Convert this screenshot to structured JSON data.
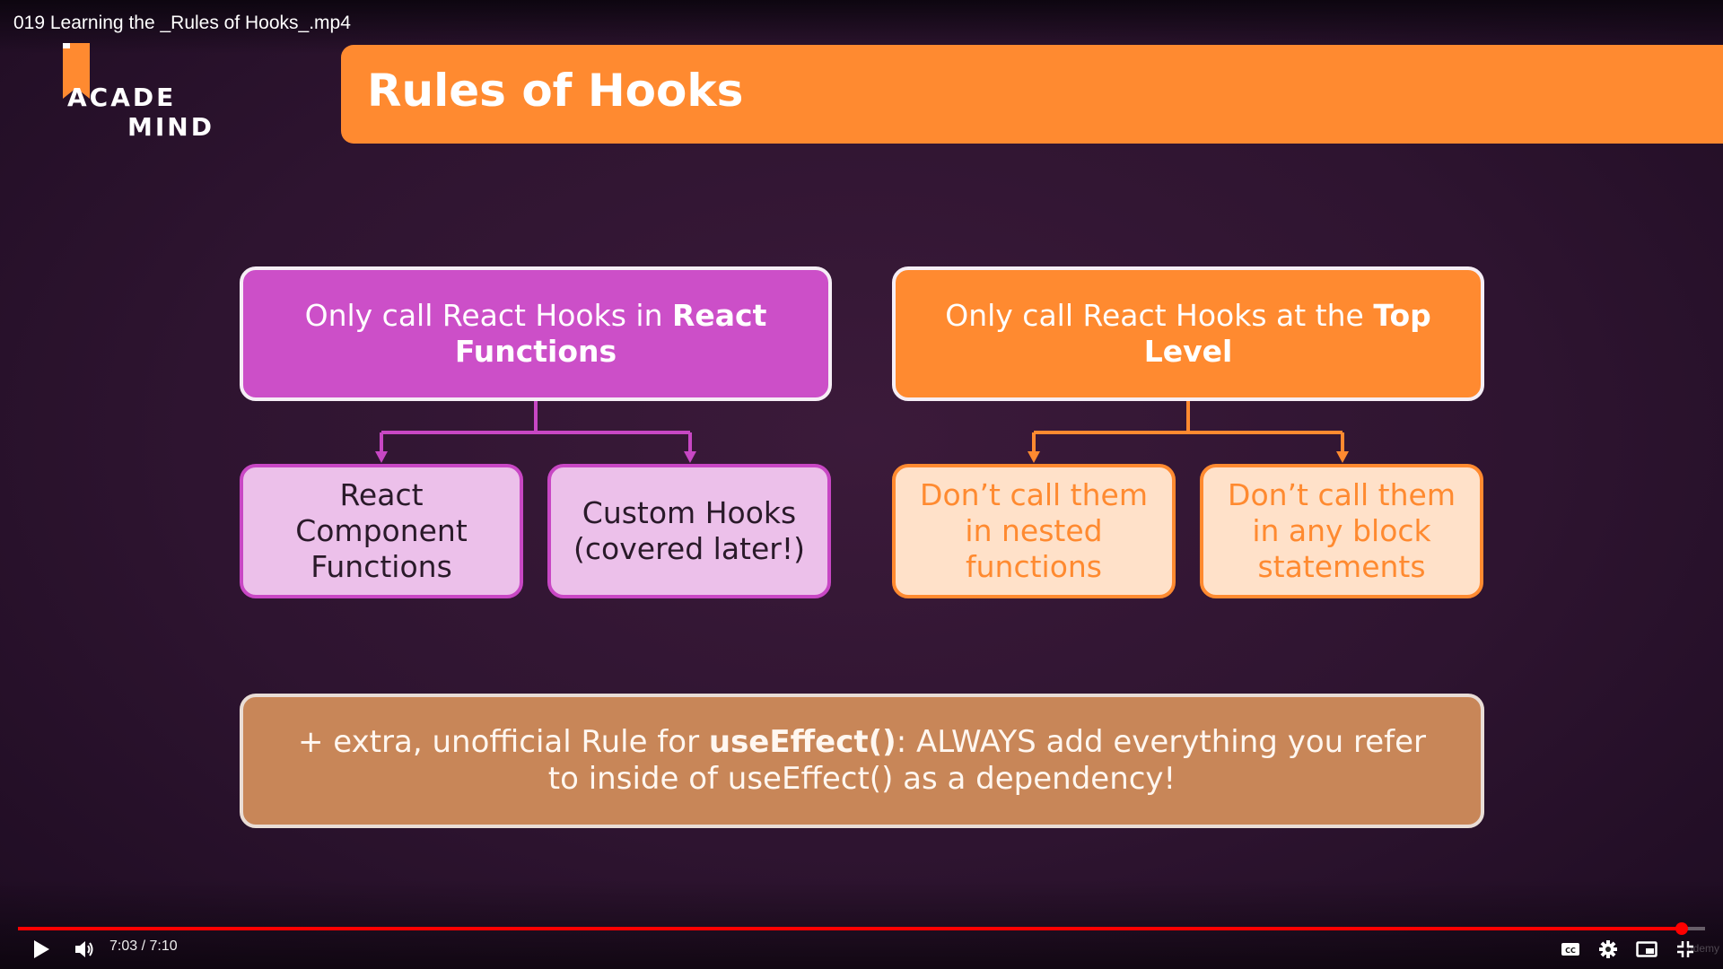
{
  "window": {
    "file_title": "019 Learning the _Rules of Hooks_.mp4"
  },
  "logo": {
    "line1": "ACADE",
    "line2": "MIND"
  },
  "slide": {
    "title": "Rules of Hooks",
    "rule1": {
      "text_before": "Only call React Hooks in ",
      "text_bold": "React Functions",
      "children": [
        "React Component Functions",
        "Custom Hooks (covered later!)"
      ]
    },
    "rule2": {
      "text_before": "Only call React Hooks at the ",
      "text_bold": "Top Level",
      "children": [
        "Don’t call them in nested functions",
        "Don’t call them in any block statements"
      ]
    },
    "extra": {
      "text_before": "+ extra, unofficial Rule for ",
      "text_bold": "useEffect()",
      "text_after": ": ALWAYS add everything you refer to inside of useEffect() as a dependency!"
    },
    "colors": {
      "purple": "#cc4fc8",
      "orange": "#ff8a30",
      "brown": "#c88658",
      "background": "#2e1430"
    }
  },
  "player": {
    "time_display": "7:03 / 7:10",
    "progress_fraction": 0.986,
    "watermark": "udemy",
    "icons": [
      "play-icon",
      "volume-icon",
      "captions-icon",
      "settings-icon",
      "miniplayer-icon",
      "exit-fullscreen-icon"
    ]
  }
}
